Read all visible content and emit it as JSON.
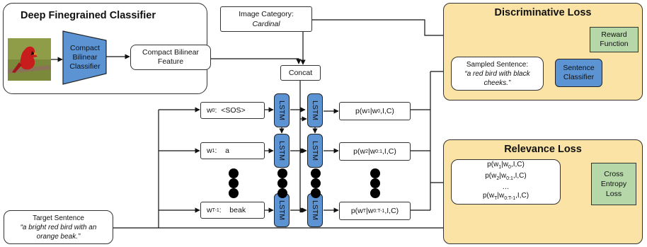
{
  "finegrained": {
    "title": "Deep Finegrained Classifier",
    "classifier": [
      "Compact",
      "Bilinear",
      "Classifier"
    ],
    "feature": [
      "Compact Bilinear",
      "Feature"
    ]
  },
  "category": {
    "label": "Image Category:",
    "value": "Cardinal"
  },
  "concat": "Concat",
  "discriminative": {
    "title": "Discriminative Loss",
    "sampled_label": "Sampled Sentence:",
    "sampled_text": [
      "“a red bird with black",
      "cheeks.”"
    ],
    "sentence_classifier": [
      "Sentence",
      "Classifier"
    ],
    "reward": [
      "Reward",
      "Function"
    ]
  },
  "relevance": {
    "title": "Relevance Loss",
    "probs": [
      {
        "a": "p(w",
        "s1": "1",
        "b": "|w",
        "s2": "0",
        "c": ",I,C)"
      },
      {
        "a": "p(w",
        "s1": "2",
        "b": "|w",
        "s2": "0:1",
        "c": ",I,C)"
      },
      {
        "ellipsis": "…"
      },
      {
        "a": "p(w",
        "s1": "T",
        "b": "|w",
        "s2": "0:T-1",
        "c": ",I,C)"
      }
    ],
    "cross_entropy": [
      "Cross",
      "Entropy",
      "Loss"
    ]
  },
  "lstm_label": "LSTM",
  "inputs": [
    {
      "w": "w",
      "sub": "0",
      "tok": ":  <SOS>"
    },
    {
      "w": "w",
      "sub": "1",
      "tok": ":    a"
    },
    {
      "w": "w",
      "sub": "T-1",
      "tok": ":    beak"
    }
  ],
  "outputs": [
    {
      "a": "p(w",
      "s1": "1",
      "b": "|w",
      "s2": "0",
      "c": ",I,C)"
    },
    {
      "a": "p(w",
      "s1": "2",
      "b": "|w",
      "s2": "0:1",
      "c": ",I,C)"
    },
    {
      "a": "p(w",
      "s1": "T",
      "b": "|w",
      "s2": "0:T-1",
      "c": ",I,C)"
    }
  ],
  "target": {
    "label": "Target Sentence",
    "text": [
      "“a bright red bird with an",
      "orange beak.”"
    ]
  },
  "image": {
    "name": "cardinal-bird-photo"
  }
}
